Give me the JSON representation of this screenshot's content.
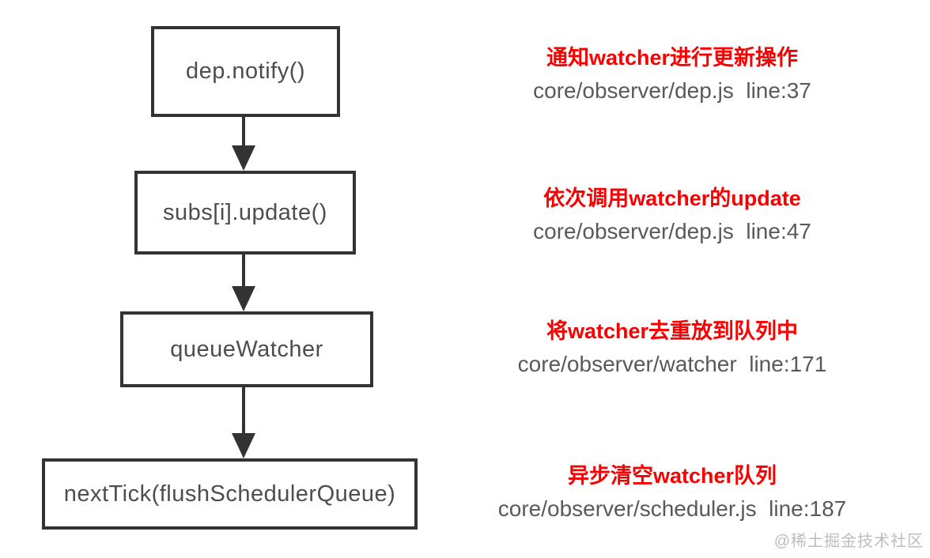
{
  "diagram": {
    "steps": [
      {
        "label": "dep.notify()",
        "note": "通知watcher进行更新操作",
        "source": "core/observer/dep.js  line:37"
      },
      {
        "label": "subs[i].update()",
        "note": "依次调用watcher的update",
        "source": "core/observer/dep.js  line:47"
      },
      {
        "label": "queueWatcher",
        "note": "将watcher去重放到队列中",
        "source": "core/observer/watcher  line:171"
      },
      {
        "label": "nextTick(flushSchedulerQueue)",
        "note": "异步清空watcher队列",
        "source": "core/observer/scheduler.js  line:187"
      }
    ]
  },
  "colors": {
    "box_border": "#333333",
    "box_text": "#4d4d4d",
    "arrow": "#333333",
    "note_red": "#fa0000",
    "source_gray": "#58595b",
    "watermark_gray": "#bdbdbd"
  },
  "watermark": "@稀土掘金技术社区"
}
